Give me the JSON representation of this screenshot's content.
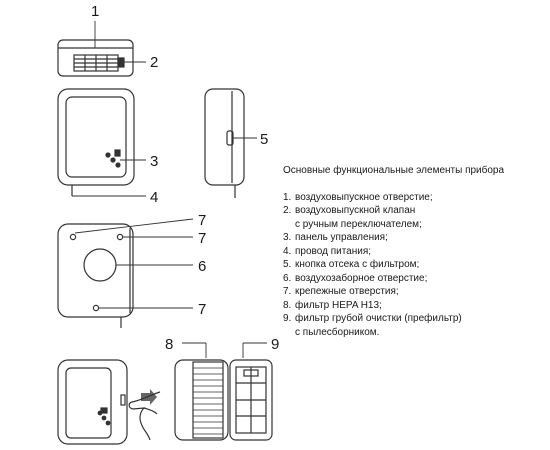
{
  "callouts": [
    "1",
    "2",
    "3",
    "4",
    "5",
    "6",
    "7",
    "7",
    "7",
    "8",
    "9"
  ],
  "legend": {
    "title": "Основные функциональные элементы прибора",
    "items": [
      {
        "num": "1.",
        "lines": [
          "воздуховыпускное отверстие;"
        ]
      },
      {
        "num": "2.",
        "lines": [
          "воздуховыпускной клапан",
          "с ручным переключателем;"
        ]
      },
      {
        "num": "3.",
        "lines": [
          "панель управления;"
        ]
      },
      {
        "num": "4.",
        "lines": [
          "провод питания;"
        ]
      },
      {
        "num": "5.",
        "lines": [
          "кнопка отсека с фильтром;"
        ]
      },
      {
        "num": "6.",
        "lines": [
          "воздухозаборное отверстие;"
        ]
      },
      {
        "num": "7.",
        "lines": [
          "крепежные отверстия;"
        ]
      },
      {
        "num": "8.",
        "lines": [
          "фильтр HEPA H13;"
        ]
      },
      {
        "num": "9.",
        "lines": [
          "фильтр грубой очистки (префильтр)",
          "с пылесборником."
        ]
      }
    ]
  }
}
